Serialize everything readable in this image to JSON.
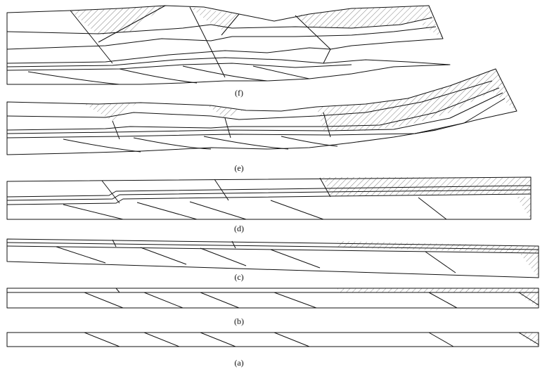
{
  "figure": {
    "panel_labels": {
      "f": "(f)",
      "e": "(e)",
      "d": "(d)",
      "c": "(c)",
      "b": "(b)",
      "a": "(a)"
    },
    "colors": {
      "line": "#111111",
      "hatch": "#333333",
      "background": "#ffffff"
    }
  }
}
